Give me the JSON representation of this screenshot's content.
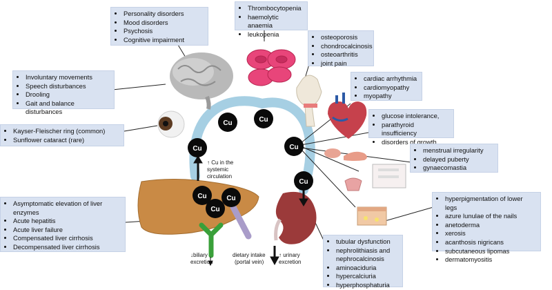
{
  "copper_label": "Cu",
  "annotations": {
    "systemic": [
      "↑ Cu in the",
      "systemic",
      "circulation"
    ],
    "biliary": [
      "↓biliary",
      "excretion"
    ],
    "dietary": [
      "dietary intake",
      "(portal vein)"
    ],
    "urinary": [
      "↑ urinary",
      "excretion"
    ]
  },
  "boxes": {
    "brain_psych": [
      "Personality disorders",
      "Mood disorders",
      "Psychosis",
      "Cognitive impairment"
    ],
    "brain_motor": [
      "Involuntary movements",
      "Speech disturbances",
      "Drooling",
      "Gait and balance disturbances"
    ],
    "eye": [
      "Kayser-Fleischer ring (common)",
      "Sunflower cataract (rare)"
    ],
    "liver": [
      "Asymptomatic elevation of liver enzymes",
      "Acute hepatitis",
      "Acute liver failure",
      "Compensated  liver cirrhosis",
      "Decompensated liver cirrhosis"
    ],
    "blood": [
      "Thrombocytopenia",
      "haemolytic anaemia",
      "leukopenia"
    ],
    "bone": [
      "osteoporosis",
      "chondrocalcinosis",
      "osteoarthritis",
      "joint pain"
    ],
    "heart": [
      "cardiac arrhythmia",
      "cardiomyopathy",
      "myopathy"
    ],
    "endocrine": [
      "glucose intolerance,",
      "parathyroid insufficiency",
      "disorders of growth"
    ],
    "reproductive": [
      "menstrual irregularity",
      "delayed puberty",
      "gynaecomastia"
    ],
    "skin": [
      "hyperpigmentation of lower legs",
      "azure lunulae of the nails",
      "anetoderma",
      "xerosis",
      "acanthosis nigricans",
      "subcutaneous lipomas",
      "dermatomyositis"
    ],
    "kidney": [
      "tubular dysfunction",
      "nephrolithiasis and nephrocalcinosis",
      "aminoaciduria",
      "hypercalciuria",
      "hyperphosphaturia"
    ]
  },
  "colors": {
    "box_fill": "#d9e2f1",
    "circulation_arc": "#a6cfe3",
    "liver": "#c98a45",
    "kidney": "#9b3a3a",
    "bile_duct": "#3aa03a",
    "portal_vein": "#a99cc9",
    "red_cells": "#e8457a",
    "copper_node": "#0a0a0a"
  }
}
